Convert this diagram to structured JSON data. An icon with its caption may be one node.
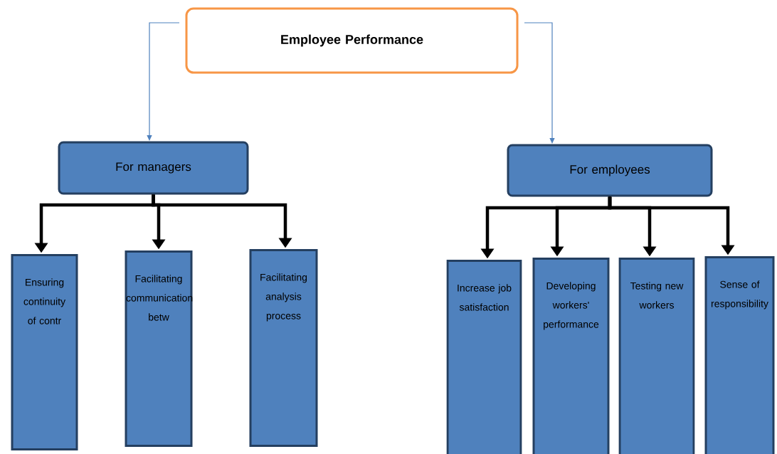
{
  "diagram": {
    "nodes": [
      {
        "text": [
          "Employee Performance"
        ]
      },
      {
        "text": [
          "For managers"
        ]
      },
      {
        "text": [
          "For employees"
        ]
      },
      {
        "text": [
          "Ensuring continuity of contr"
        ]
      },
      {
        "text": [
          "Facilitating communication betw"
        ]
      },
      {
        "text": [
          "Facilitating analysis process"
        ]
      },
      {
        "text": [
          "Increase job satisfaction"
        ]
      },
      {
        "text": [
          "Developing workers' performance"
        ]
      },
      {
        "text": [
          "Testing new workers"
        ]
      },
      {
        "text": [
          "Sense of responsibility"
        ]
      }
    ],
    "edges": [
      {
        "from": 0,
        "to": 1,
        "arrow": "to",
        "color": "#4f81bd"
      },
      {
        "from": 0,
        "to": 2,
        "arrow": "to",
        "color": "#4f81bd"
      },
      {
        "from": 1,
        "to": 3,
        "arrow": "to"
      },
      {
        "from": 1,
        "to": 4,
        "arrow": "to"
      },
      {
        "from": 1,
        "to": 5,
        "arrow": "to"
      },
      {
        "from": 2,
        "to": 6,
        "arrow": "to"
      },
      {
        "from": 2,
        "to": 7,
        "arrow": "to"
      },
      {
        "from": 2,
        "to": 8,
        "arrow": "to"
      },
      {
        "from": 2,
        "to": 9,
        "arrow": "to"
      }
    ]
  }
}
